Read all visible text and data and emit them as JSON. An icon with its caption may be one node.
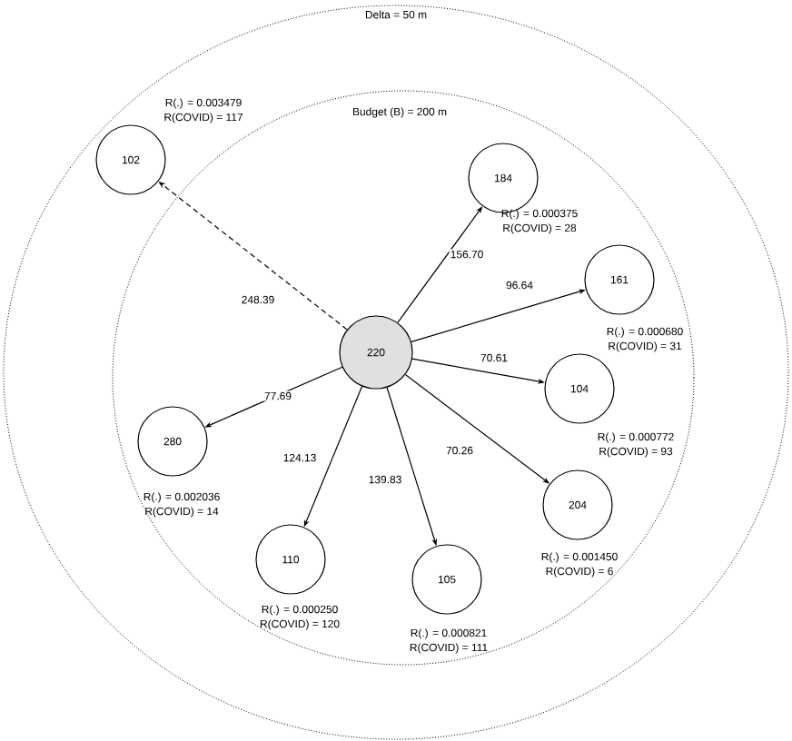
{
  "diagram": {
    "nodes": [
      {
        "text": [
          "220"
        ]
      },
      {
        "text": [
          "102"
        ],
        "beside": [
          "R(.) = 0.003479",
          "R(COVID) = 117"
        ]
      },
      {
        "text": [
          "184"
        ],
        "beside": [
          "R(.) = 0.000375",
          "R(COVID) = 28"
        ]
      },
      {
        "text": [
          "161"
        ],
        "beside": [
          "R(.) = 0.000680",
          "R(COVID) = 31"
        ]
      },
      {
        "text": [
          "104"
        ],
        "beside": [
          "R(.) = 0.000772",
          "R(COVID) = 93"
        ]
      },
      {
        "text": [
          "204"
        ],
        "beside": [
          "R(.) = 0.001450",
          "R(COVID) = 6"
        ]
      },
      {
        "text": [
          "280"
        ],
        "beside": [
          "R(.) = 0.002036",
          "R(COVID) = 14"
        ]
      },
      {
        "text": [
          "110"
        ],
        "beside": [
          "R(.) = 0.000250",
          "R(COVID) = 120"
        ]
      },
      {
        "text": [
          "105"
        ],
        "beside": [
          "R(.) = 0.000821",
          "R(COVID) = 111"
        ]
      }
    ],
    "edges": [
      {
        "from": 0,
        "to": 1,
        "arrow": "to",
        "label": "248.39",
        "style": "dashed"
      },
      {
        "from": 0,
        "to": 2,
        "arrow": "to",
        "label": "156.70"
      },
      {
        "from": 0,
        "to": 3,
        "arrow": "to",
        "label": "96.64"
      },
      {
        "from": 0,
        "to": 4,
        "arrow": "to",
        "label": "70.61"
      },
      {
        "from": 0,
        "to": 5,
        "arrow": "to",
        "label": "70.26"
      },
      {
        "from": 0,
        "to": 6,
        "arrow": "to",
        "label": "77.69"
      },
      {
        "from": 0,
        "to": 7,
        "arrow": "to",
        "label": "124.13"
      },
      {
        "from": 0,
        "to": 8,
        "arrow": "to",
        "label": "139.83"
      }
    ],
    "labels": [
      "Delta = 50 m",
      "Budget (B) = 200 m"
    ]
  }
}
